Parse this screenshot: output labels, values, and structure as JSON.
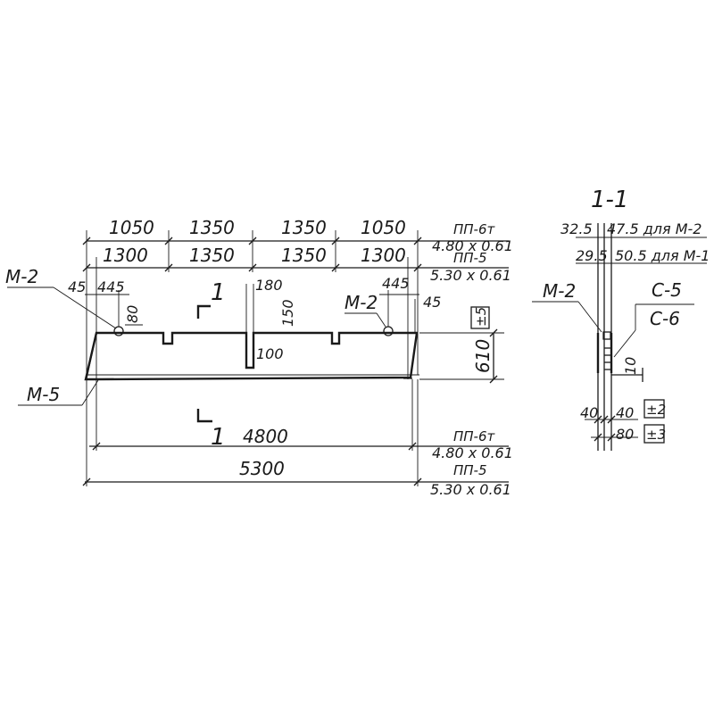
{
  "top_dims_row1": [
    "1050",
    "1350",
    "1350",
    "1050"
  ],
  "top_dims_row2": [
    "1300",
    "1350",
    "1350",
    "1300"
  ],
  "mark_pp6t": "ПП-6т",
  "size_pp6t": "4.80 x 0.61",
  "mark_pp5": "ПП-5",
  "size_pp5": "5.30 x 0.61",
  "labels": {
    "m2_left": "М-2",
    "m2_right": "М-2",
    "m5": "М-5",
    "section_mark_1": "1",
    "section_mark_2": "1"
  },
  "small_dims": {
    "d45_left": "45",
    "d445_left": "445",
    "d445_right": "445",
    "d45_right": "45",
    "d180": "180",
    "d150": "150",
    "d100": "100",
    "d80": "80",
    "d610": "610",
    "tol5": "±5"
  },
  "bottom_dims": {
    "d4800": "4800",
    "d5300": "5300"
  },
  "section": {
    "title": "1-1",
    "d325": "32.5",
    "d475_note": "47.5 для М-2",
    "d295": "29.5",
    "d505_note": "50.5 для М-1",
    "m2": "М-2",
    "c5": "С-5",
    "c6": "С-6",
    "d10": "10",
    "d40_left": "40",
    "d40_right": "40",
    "d80": "80",
    "tol2": "±2",
    "tol3": "±3"
  }
}
